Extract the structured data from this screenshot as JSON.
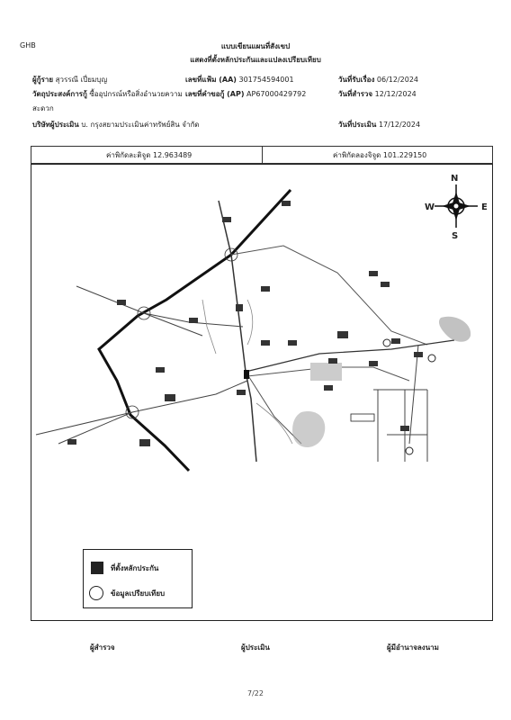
{
  "header": {
    "org_code": "GHB",
    "title": "แบบเขียนแผนที่สังเขป",
    "subtitle": "แสดงที่ตั้งหลักประกันและแปลงเปรียบเทียบ"
  },
  "info": {
    "borrower_label": "ผู้กู้ราย",
    "borrower_value": "สุวรรณี เปี่ยมบุญ",
    "file_no_label": "เลขที่แฟ้ม (AA)",
    "file_no_value": "301754594001",
    "received_label": "วันที่รับเรื่อง",
    "received_value": "06/12/2024",
    "purpose_label": "วัตถุประสงค์การกู้",
    "purpose_value": "ซื้ออุปกรณ์หรือสิ่งอำนวยความ",
    "request_no_label": "เลขที่คำขอกู้ (AP)",
    "request_no_value": "AP67000429792",
    "survey_label": "วันที่สำรวจ",
    "survey_value": "12/12/2024",
    "purpose_cont": "สะดวก",
    "appraiser_label": "บริษัทผู้ประเมิน",
    "appraiser_value": "บ. กรุงสยามประเมินค่าทรัพย์สิน จำกัด",
    "appraisal_label": "วันที่ประเมิน",
    "appraisal_value": "17/12/2024"
  },
  "coords": {
    "lat_label": "ค่าพิกัดละติจูด",
    "lat_value": "12.963489",
    "lon_label": "ค่าพิกัดลองจิจูด",
    "lon_value": "101.229150"
  },
  "compass": {
    "n": "N",
    "s": "S",
    "e": "E",
    "w": "W"
  },
  "legend": {
    "collateral": "ที่ตั้งหลักประกัน",
    "comparable": "ข้อมูลเปรียบเทียบ"
  },
  "signatures": {
    "surveyor": "ผู้สำรวจ",
    "appraiser": "ผู้ประเมิน",
    "approver": "ผู้มีอำนาจลงนาม"
  },
  "page": "7/22"
}
